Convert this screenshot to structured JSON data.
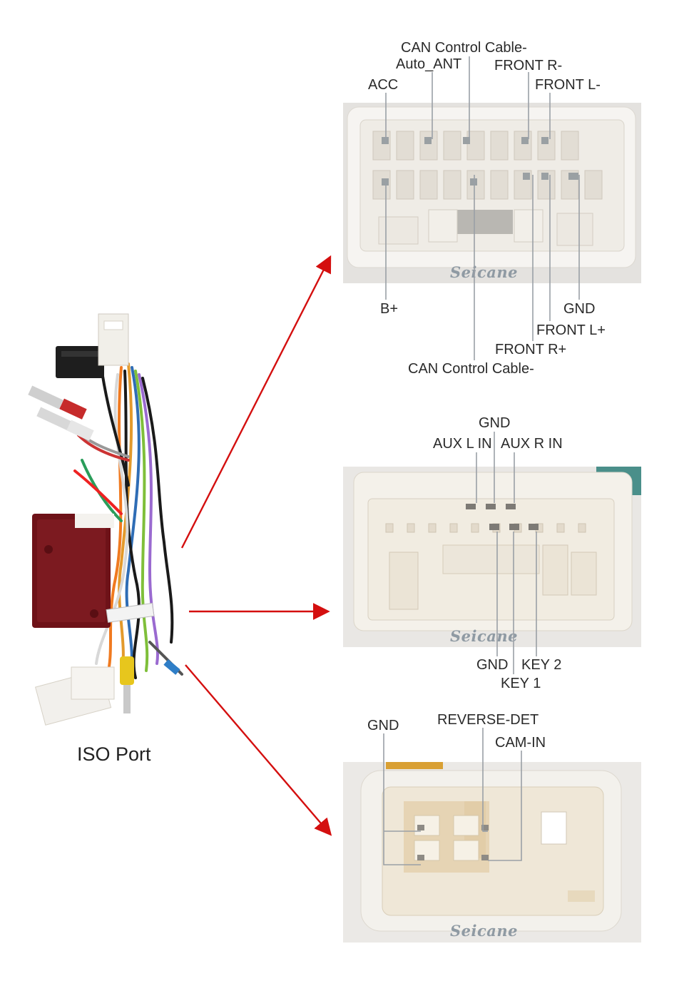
{
  "left": {
    "caption": "ISO Port"
  },
  "brand": "Seicane",
  "connectors": [
    {
      "id": "main-connector",
      "top_pins": [
        "CAN Control Cable-",
        "Auto_ANT",
        "FRONT R-",
        "ACC",
        "FRONT L-"
      ],
      "bottom_pins": [
        "B+",
        "GND",
        "FRONT L+",
        "FRONT R+",
        "CAN Control Cable-"
      ]
    },
    {
      "id": "aux-connector",
      "top_pins": [
        "GND",
        "AUX L IN",
        "AUX R IN"
      ],
      "bottom_pins": [
        "GND",
        "KEY 2",
        "KEY 1"
      ]
    },
    {
      "id": "camera-connector",
      "top_pins": [
        "GND",
        "REVERSE-DET",
        "CAM-IN"
      ],
      "bottom_pins": []
    }
  ],
  "colors": {
    "arrow": "#d40f0f",
    "leader": "#9aa0a6",
    "connector_body": "#f3f1ee"
  }
}
